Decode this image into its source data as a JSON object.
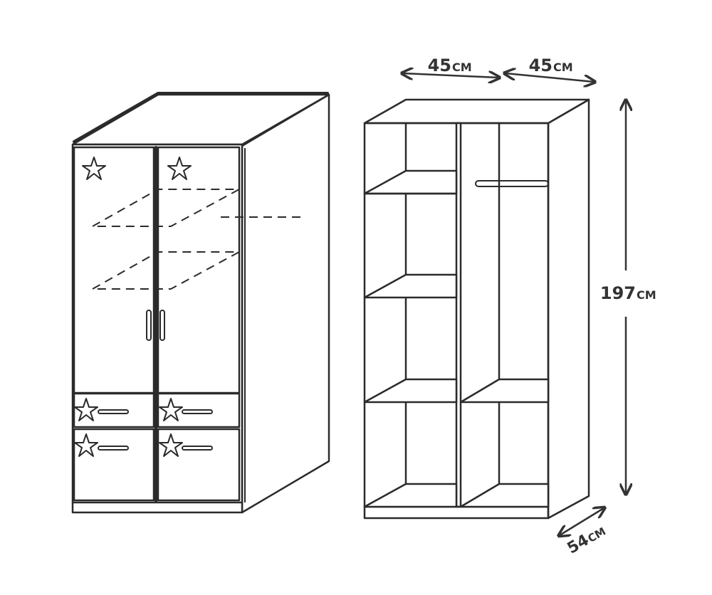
{
  "dimensions": {
    "width_left": {
      "value": "45",
      "unit": "CM"
    },
    "width_right": {
      "value": "45",
      "unit": "CM"
    },
    "height": {
      "value": "197",
      "unit": "CM"
    },
    "depth": {
      "value": "54",
      "unit": "CM"
    }
  },
  "colors": {
    "line": "#2b2b2b",
    "dimension": "#333333",
    "background": "#ffffff"
  },
  "icons": [
    "star-icon",
    "door-handle-icon",
    "drawer-handle-icon"
  ]
}
